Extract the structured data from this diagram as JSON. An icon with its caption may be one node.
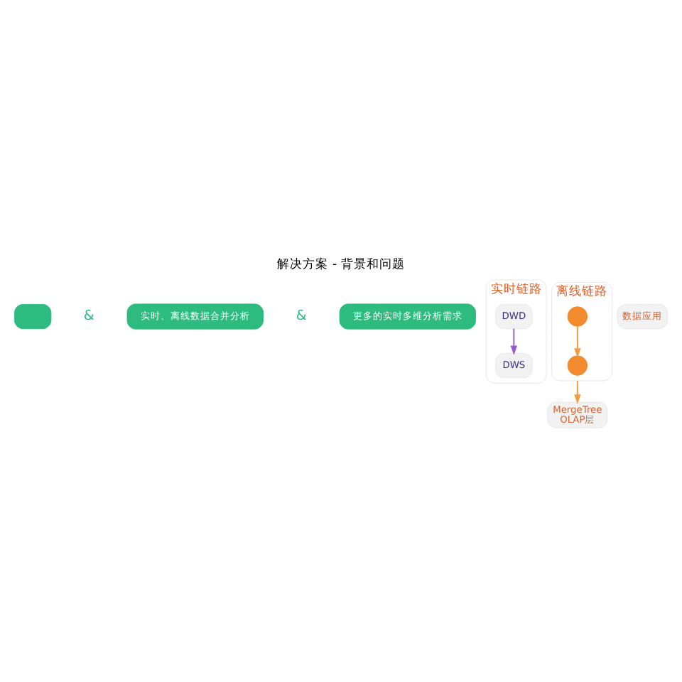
{
  "diagram": {
    "title": "解决方案 - 背景和问题",
    "nodes": [
      {
        "text": [],
        "shape": "box"
      },
      {
        "text": [
          "实时、离线数据合并分析"
        ]
      },
      {
        "text": [
          "更多的实时多维分析需求"
        ]
      },
      {
        "text": [
          "实时链路"
        ]
      },
      {
        "text": [
          "DWD"
        ],
        "in": 3
      },
      {
        "text": [
          "DWS"
        ],
        "in": 3
      },
      {
        "text": [
          "离线链路"
        ]
      },
      {
        "text": [],
        "shape": "circle",
        "in": 6
      },
      {
        "text": [],
        "shape": "circle",
        "in": 6
      },
      {
        "text": [
          "MergeTree",
          "OLAP层"
        ]
      },
      {
        "text": [
          "数据应用"
        ]
      }
    ],
    "edges": [
      {
        "from": 4,
        "to": 5,
        "arrow": "to",
        "color": "#9b59d0"
      },
      {
        "from": 7,
        "to": 8,
        "arrow": "to",
        "color": "#f39a3c"
      },
      {
        "from": 6,
        "to": 9,
        "arrow": "to",
        "color": "#f39a3c"
      }
    ],
    "labels": [
      "&",
      "&"
    ]
  }
}
